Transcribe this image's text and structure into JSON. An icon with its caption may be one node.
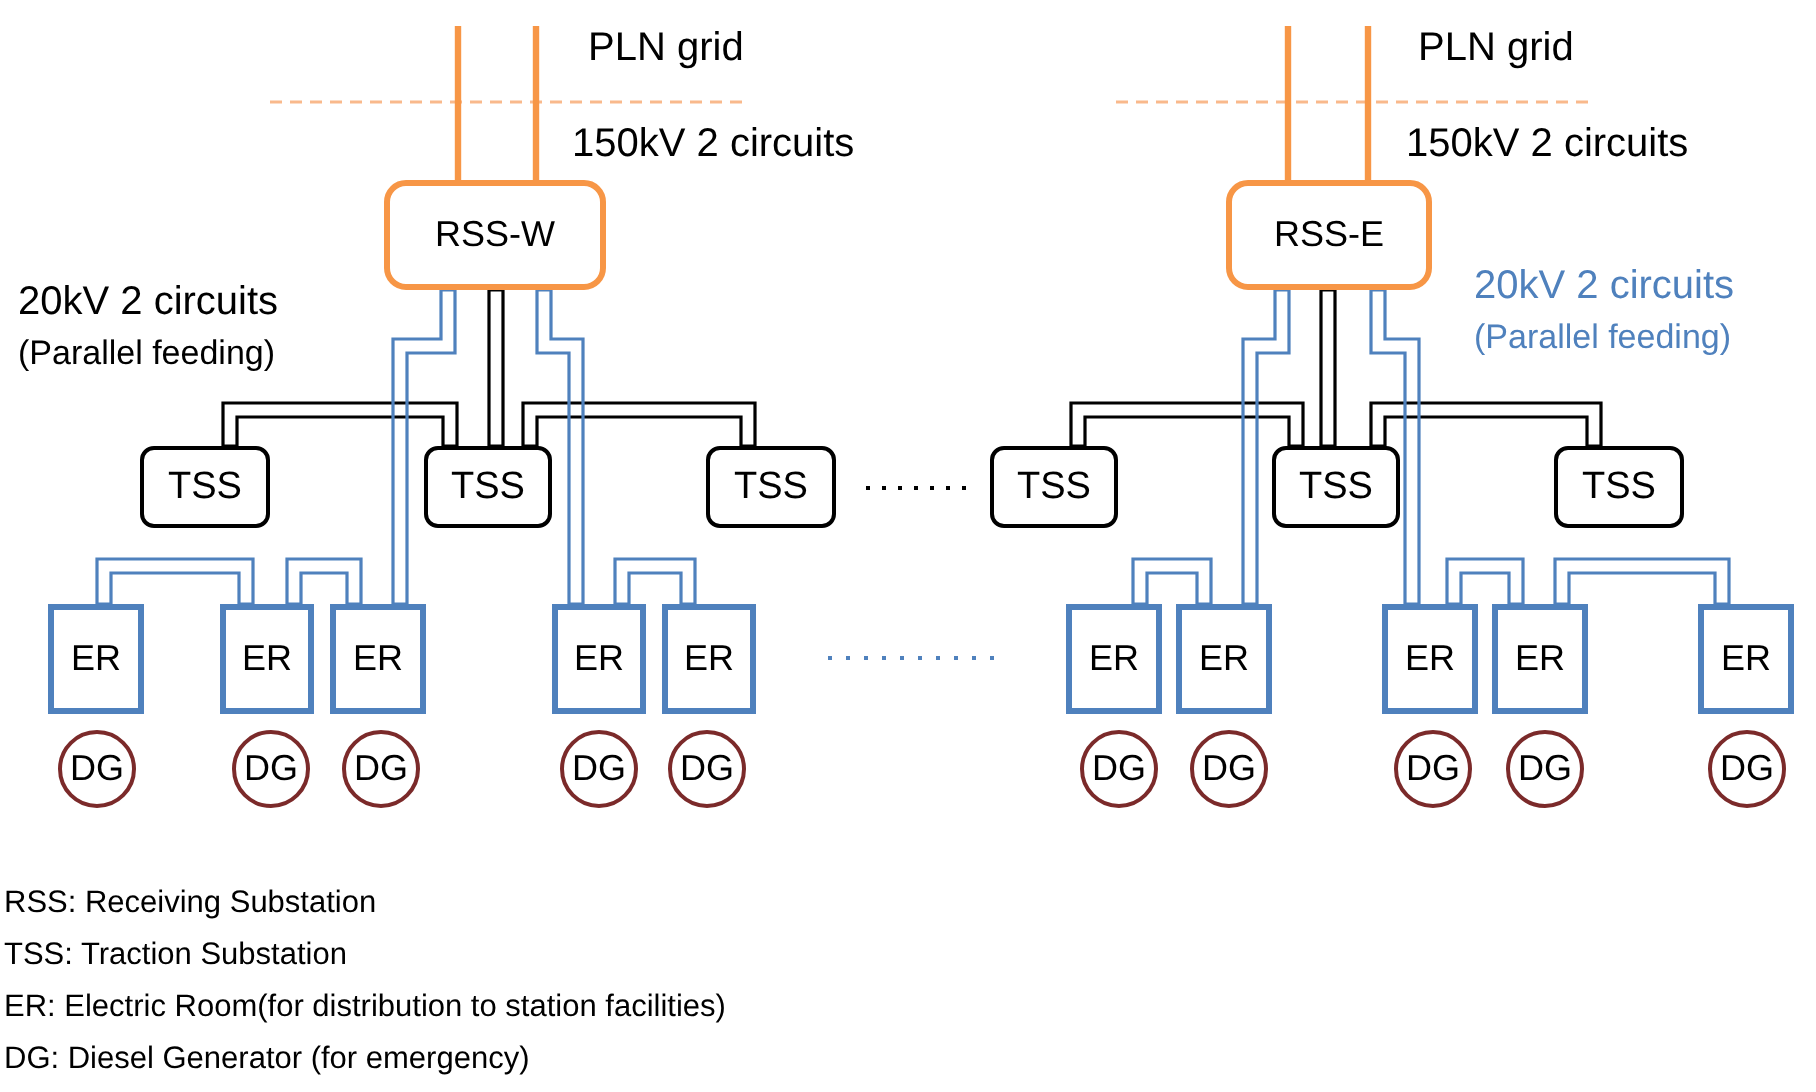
{
  "diagram": {
    "nodes": [
      {
        "text": [
          "RSS-W"
        ]
      },
      {
        "text": [
          "RSS-E"
        ]
      },
      {
        "text": [
          "TSS"
        ]
      },
      {
        "text": [
          "TSS"
        ]
      },
      {
        "text": [
          "TSS"
        ]
      },
      {
        "text": [
          "TSS"
        ]
      },
      {
        "text": [
          "TSS"
        ]
      },
      {
        "text": [
          "TSS"
        ]
      },
      {
        "text": [
          "ER"
        ]
      },
      {
        "text": [
          "ER"
        ]
      },
      {
        "text": [
          "ER"
        ]
      },
      {
        "text": [
          "ER"
        ]
      },
      {
        "text": [
          "ER"
        ]
      },
      {
        "text": [
          "ER"
        ]
      },
      {
        "text": [
          "ER"
        ]
      },
      {
        "text": [
          "ER"
        ]
      },
      {
        "text": [
          "ER"
        ]
      },
      {
        "text": [
          "ER"
        ]
      },
      {
        "text": [
          "DG"
        ]
      },
      {
        "text": [
          "DG"
        ]
      },
      {
        "text": [
          "DG"
        ]
      },
      {
        "text": [
          "DG"
        ]
      },
      {
        "text": [
          "DG"
        ]
      },
      {
        "text": [
          "DG"
        ]
      },
      {
        "text": [
          "DG"
        ]
      },
      {
        "text": [
          "DG"
        ]
      },
      {
        "text": [
          "DG"
        ]
      },
      {
        "text": [
          "DG"
        ]
      }
    ],
    "edges": [
      {
        "from": null,
        "to": 0,
        "arrow": "none",
        "color": "#f79646"
      },
      {
        "from": null,
        "to": 0,
        "arrow": "none",
        "color": "#f79646"
      },
      {
        "from": null,
        "to": 1,
        "arrow": "none",
        "color": "#f79646"
      },
      {
        "from": null,
        "to": 1,
        "arrow": "none",
        "color": "#f79646"
      },
      {
        "from": 0,
        "to": 3,
        "arrow": "none",
        "color": "#000000"
      },
      {
        "from": 3,
        "to": 2,
        "arrow": "none",
        "color": "#000000"
      },
      {
        "from": 3,
        "to": 4,
        "arrow": "none",
        "color": "#000000"
      },
      {
        "from": 0,
        "to": 10,
        "arrow": "none"
      },
      {
        "from": 0,
        "to": 11,
        "arrow": "none"
      },
      {
        "from": 10,
        "to": 9,
        "arrow": "none"
      },
      {
        "from": 9,
        "to": 8,
        "arrow": "none"
      },
      {
        "from": 11,
        "to": 12,
        "arrow": "none"
      },
      {
        "from": 1,
        "to": 6,
        "arrow": "none",
        "color": "#000000"
      },
      {
        "from": 6,
        "to": 5,
        "arrow": "none",
        "color": "#000000"
      },
      {
        "from": 6,
        "to": 7,
        "arrow": "none",
        "color": "#000000"
      },
      {
        "from": 1,
        "to": 14,
        "arrow": "none"
      },
      {
        "from": 1,
        "to": 15,
        "arrow": "none"
      },
      {
        "from": 14,
        "to": 13,
        "arrow": "none"
      },
      {
        "from": 15,
        "to": 16,
        "arrow": "none"
      },
      {
        "from": 16,
        "to": 17,
        "arrow": "none"
      }
    ],
    "labels": [
      "PLN grid",
      "150kV 2 circuits",
      "PLN grid",
      "150kV 2 circuits",
      "20kV 2 circuits",
      "(Parallel feeding)",
      "20kV 2 circuits",
      "(Parallel feeding)",
      "RSS: Receiving Substation",
      "TSS: Traction Substation",
      "ER: Electric Room(for distribution to station facilities)",
      "DG: Diesel Generator (for emergency)"
    ]
  }
}
